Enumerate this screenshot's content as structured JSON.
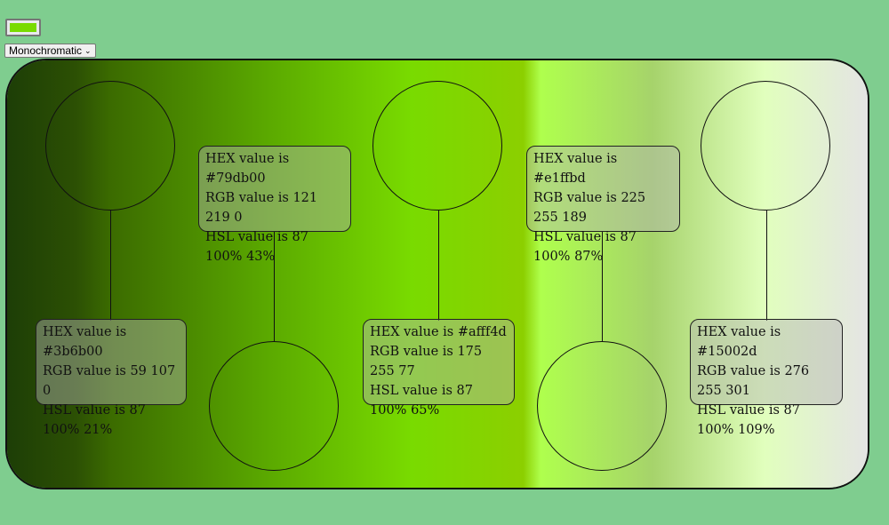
{
  "base_color": "#79db00",
  "scheme": {
    "selected": "Monochromatic"
  },
  "gradient_stops": [
    "#1d3e06",
    "#2c5004",
    "#3b6b00",
    "#5aa800",
    "#79db00",
    "#8ccf00",
    "#afff4d",
    "#a6d36b",
    "#e1ffbd",
    "#e4e4e4"
  ],
  "swatches": [
    {
      "hex_text": "HEX value is #3b6b00",
      "rgb_text": "RGB value is 59 107 0",
      "hsl_text": "HSL value is 87 100% 21%"
    },
    {
      "hex_text": "HEX value is #79db00",
      "rgb_text": "RGB value is 121 219 0",
      "hsl_text": "HSL value is 87 100% 43%"
    },
    {
      "hex_text": "HEX value is #afff4d",
      "rgb_text": "RGB value is 175 255 77",
      "hsl_text": "HSL value is 87 100% 65%"
    },
    {
      "hex_text": "HEX value is #e1ffbd",
      "rgb_text": "RGB value is 225 255 189",
      "hsl_text": "HSL value is 87 100% 87%"
    },
    {
      "hex_text": "HEX value is #15002d",
      "rgb_text": "RGB value is 276 255 301",
      "hsl_text": "HSL value is 87 100% 109%"
    }
  ]
}
